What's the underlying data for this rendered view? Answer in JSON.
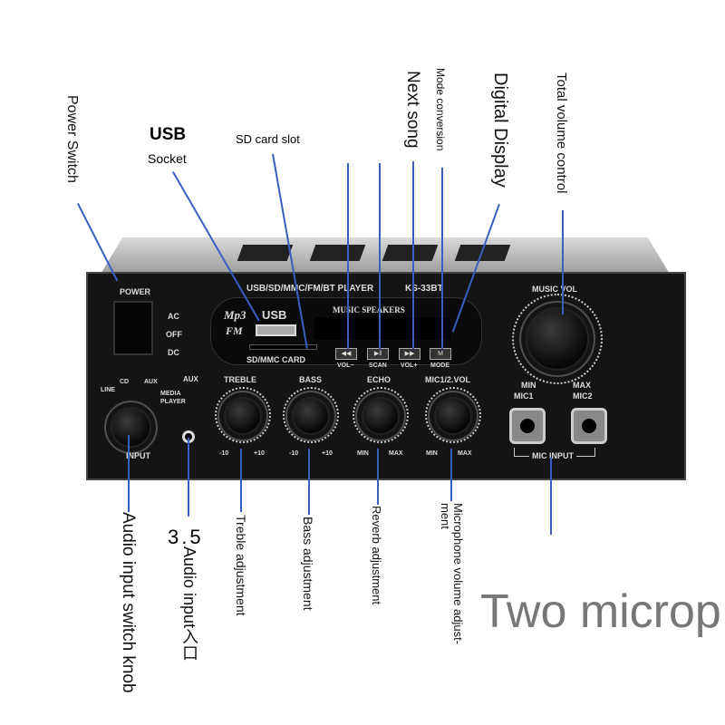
{
  "annotations": {
    "power_switch": "Power Switch",
    "usb": "USB",
    "socket": "Socket",
    "sd_card_slot": "SD card slot",
    "next_song": "Next song",
    "mode_conversion": "Mode conversion",
    "digital_display": "Digital Display",
    "total_volume": "Total volume control",
    "audio_switch": "Audio input switch knob",
    "size_35": "3.5",
    "audio_input": "Audio input入口",
    "treble": "Treble adjustment",
    "bass": "Bass adjustment",
    "reverb": "Reverb adjustment",
    "mic_volume_1": "Microphone volume adjust-",
    "mic_volume_2": "ment",
    "two_mic": "Two microp"
  },
  "panel": {
    "power": "POWER",
    "ac": "AC",
    "off": "OFF",
    "dc": "DC",
    "player": "USB/SD/MMC/FM/BT PLAYER",
    "model": "KS-33BT",
    "mp3": "Mp3",
    "fm": "FM",
    "usb": "USB",
    "music_speakers": "MUSIC SPEAKERS",
    "sd_card": "SD/MMC CARD",
    "vol_minus": "VOL−",
    "scan": "SCAN",
    "vol_plus": "VOL+",
    "mode": "MODE",
    "music_vol": "MUSIC VOL",
    "min": "MIN",
    "max": "MAX",
    "line": "LINE",
    "cd": "CD",
    "aux": "AUX",
    "media_player": "MEDIA PLAYER",
    "input": "INPUT",
    "aux_jack": "AUX",
    "treble": "TREBLE",
    "bass": "BASS",
    "echo": "ECHO",
    "mic_vol": "MIC1/2.VOL",
    "minus10": "-10",
    "plus10": "+10",
    "mic1": "MIC1",
    "mic2": "MIC2",
    "mic_input": "MIC INPUT"
  }
}
